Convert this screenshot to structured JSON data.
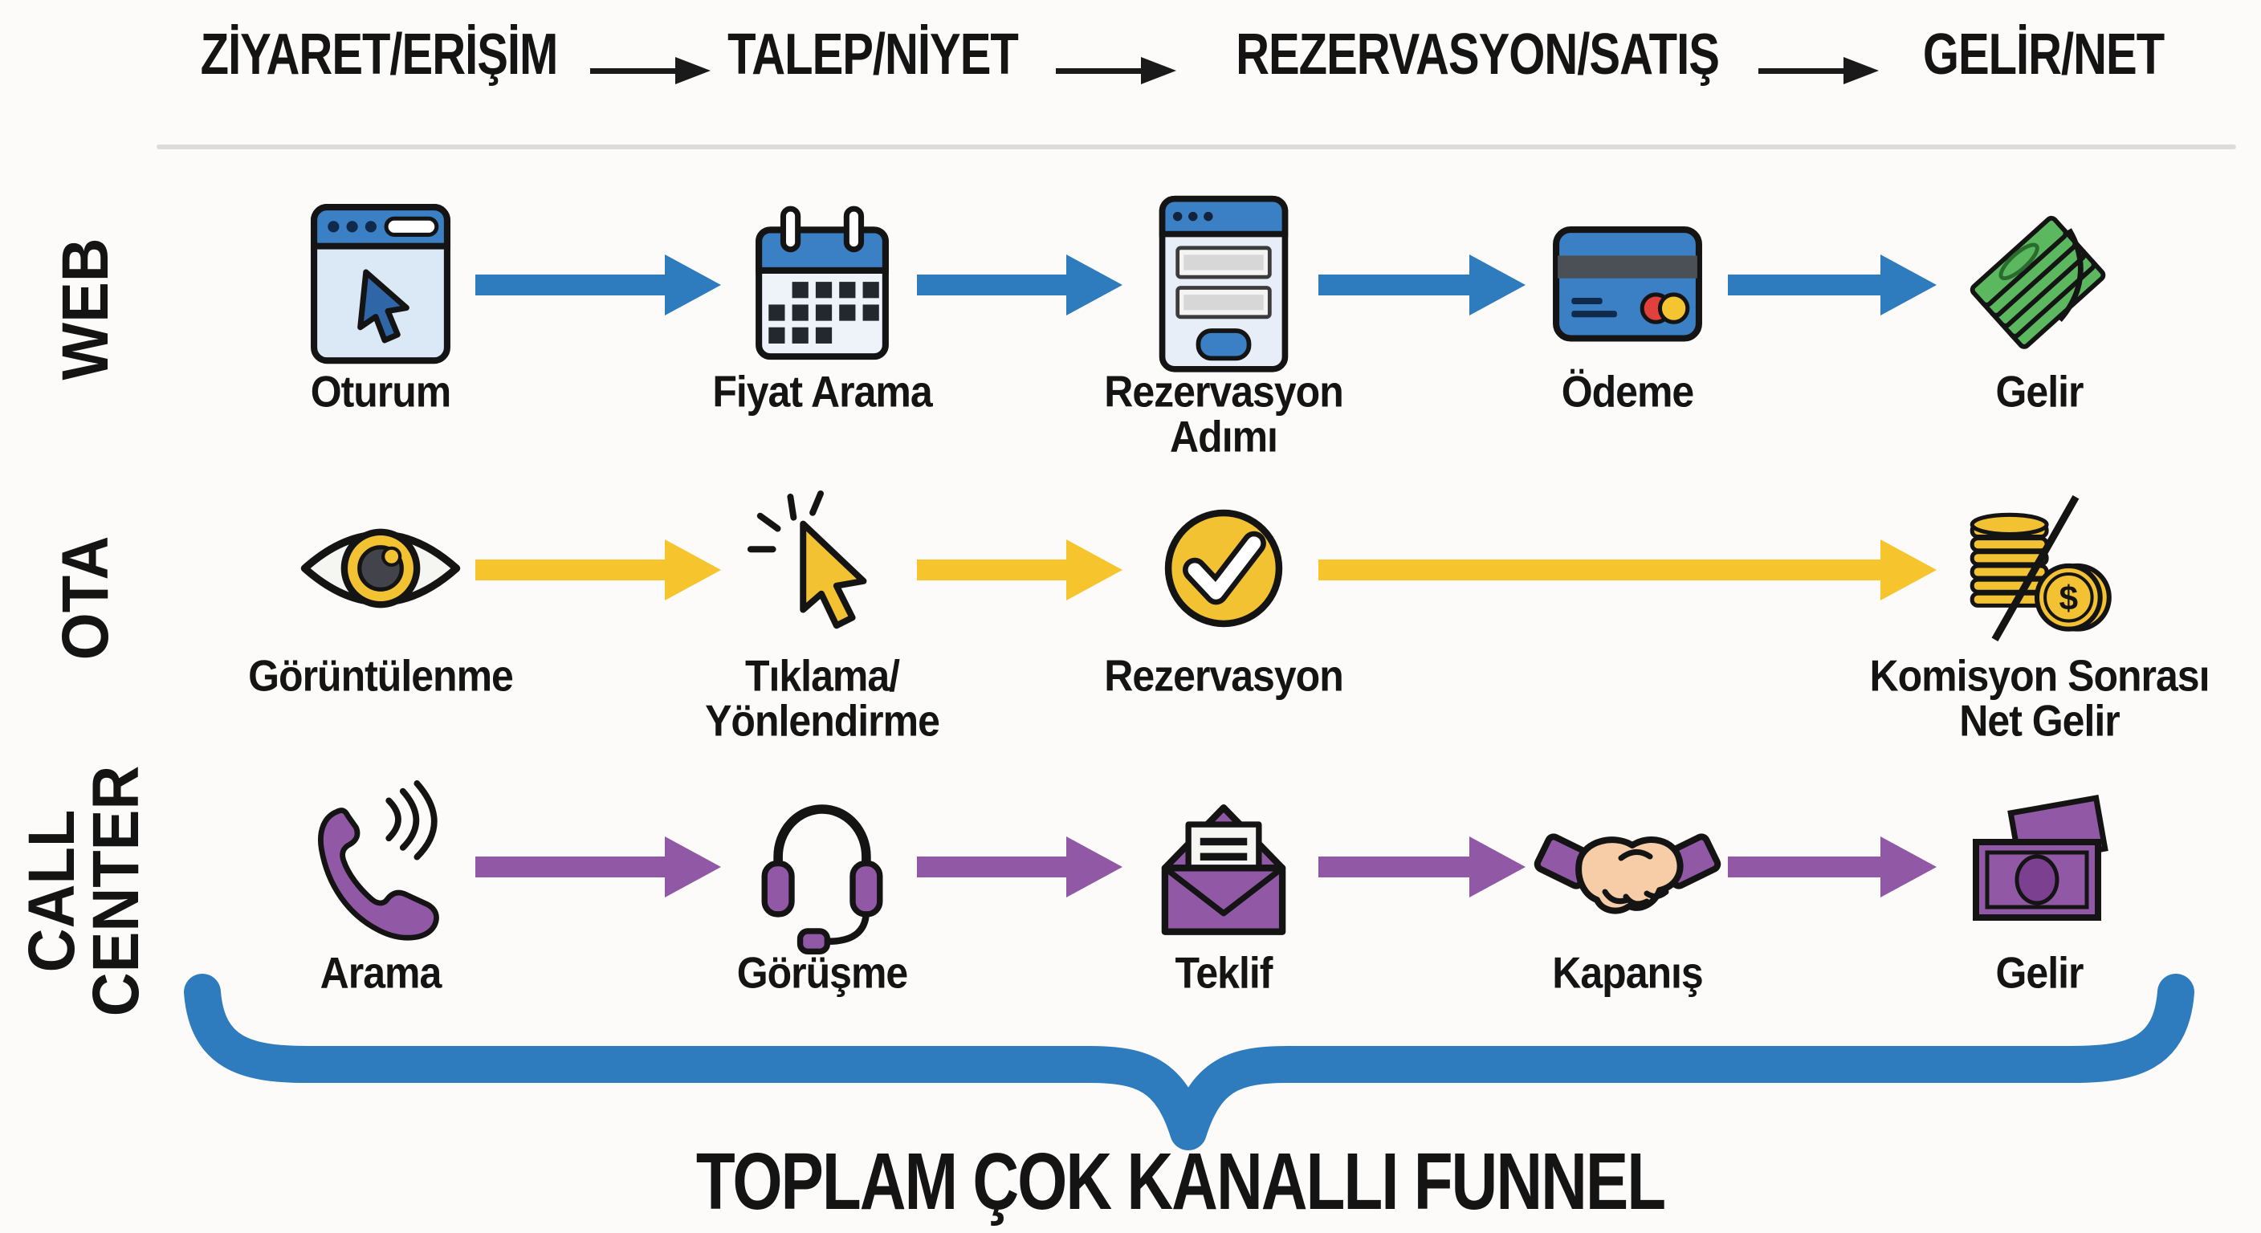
{
  "header": {
    "stages": [
      {
        "label": "ZİYARET/ERİŞİM"
      },
      {
        "label": "TALEP/NİYET"
      },
      {
        "label": "REZERVASYON/SATIŞ"
      },
      {
        "label": "GELİR/NET"
      }
    ],
    "arrow_color": "#1a1a1a"
  },
  "channels": [
    {
      "name": "WEB",
      "name_lines": [
        "WEB"
      ],
      "color": "#2e7bbd",
      "steps": [
        {
          "label": "Oturum",
          "icon": "browser-cursor-icon"
        },
        {
          "label": "Fiyat Arama",
          "icon": "calendar-icon"
        },
        {
          "label": "Rezervasyon",
          "label2": "Adımı",
          "icon": "booking-form-icon"
        },
        {
          "label": "Ödeme",
          "icon": "credit-card-icon"
        },
        {
          "label": "Gelir",
          "icon": "cash-stack-icon"
        }
      ]
    },
    {
      "name": "OTA",
      "name_lines": [
        "OTA"
      ],
      "color": "#f6c42d",
      "steps": [
        {
          "label": "Görüntülenme",
          "icon": "eye-icon"
        },
        {
          "label": "Tıklama/",
          "label2": "Yönlendirme",
          "icon": "cursor-click-icon"
        },
        {
          "label": "Rezervasyon",
          "icon": "check-circle-icon"
        },
        {
          "label": "Komisyon Sonrası",
          "label2": "Net Gelir",
          "icon": "coins-commission-icon"
        }
      ]
    },
    {
      "name": "CALL CENTER",
      "name_lines": [
        "CALL",
        "CENTER"
      ],
      "color": "#9159a5",
      "steps": [
        {
          "label": "Arama",
          "icon": "phone-icon"
        },
        {
          "label": "Görüşme",
          "icon": "headset-icon"
        },
        {
          "label": "Teklif",
          "icon": "offer-envelope-icon"
        },
        {
          "label": "Kapanış",
          "icon": "handshake-icon"
        },
        {
          "label": "Gelir",
          "icon": "banknote-icon"
        }
      ]
    }
  ],
  "footer": {
    "brace_color": "#2e7bbd",
    "title": "TOPLAM ÇOK KANALLI FUNNEL"
  },
  "colors": {
    "background": "#fcfbf9",
    "text": "#141414",
    "divider": "#dcdcdc",
    "web_blue": "#2e7bbd",
    "ota_yellow": "#f6c42d",
    "call_purple": "#9159a5",
    "icon_blue": "#3b80c4",
    "icon_yellow": "#f2c232",
    "icon_green": "#5cb85f",
    "skin": "#f7cda8"
  }
}
